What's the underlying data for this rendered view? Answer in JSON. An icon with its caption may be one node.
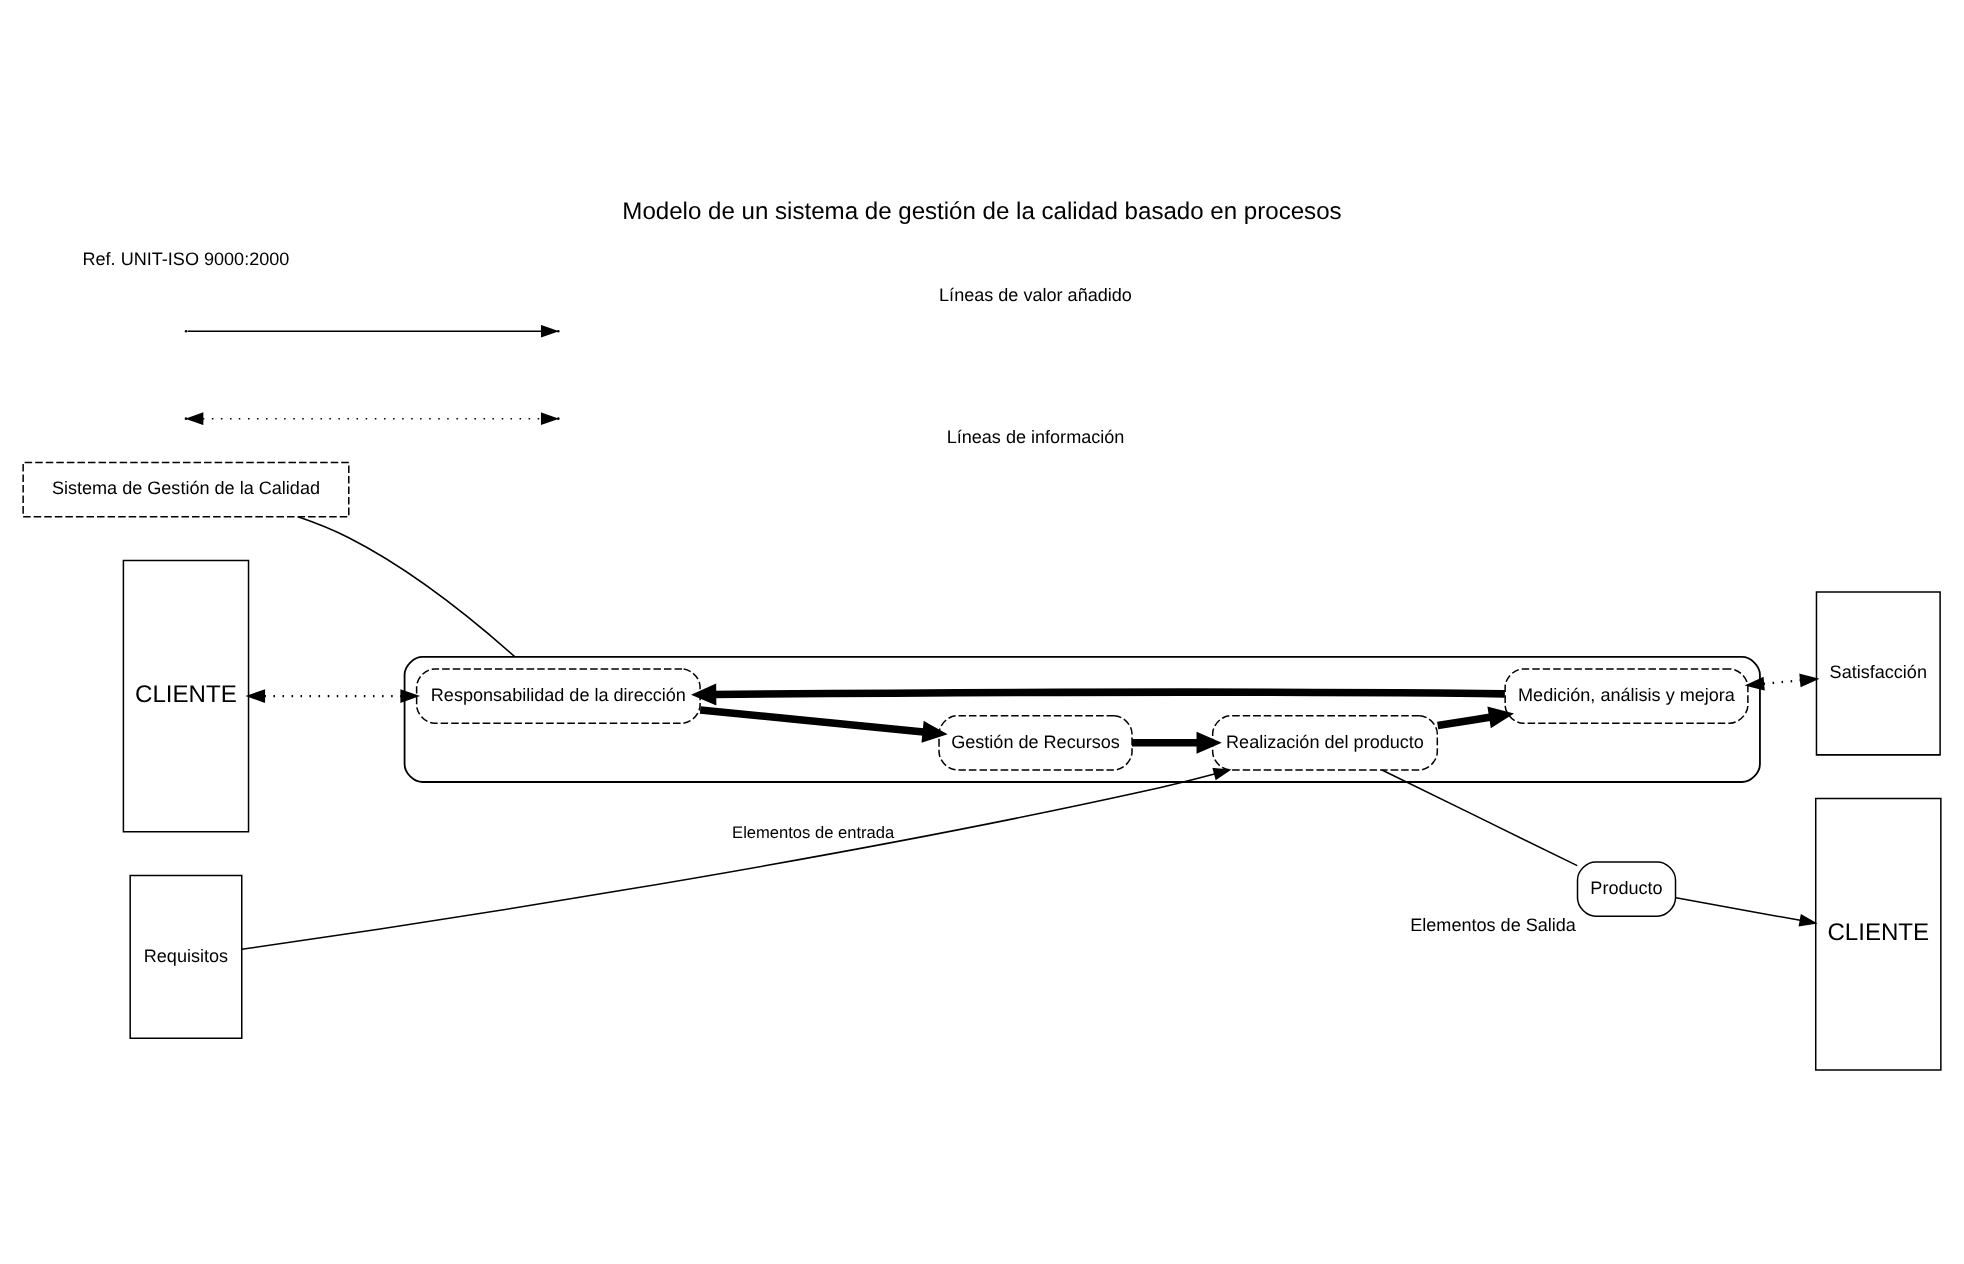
{
  "diagram": {
    "title": "Modelo de un sistema de gestión de la calidad basado en procesos",
    "caption": "Ref. UNIT-ISO 9000:2000",
    "nodes": [
      {
        "text": [
          "CLIENTE"
        ]
      },
      {
        "text": [
          "Requisitos"
        ]
      },
      {
        "text": [
          "Sistema de Gestión de la Calidad"
        ]
      },
      {
        "text": [],
        "shape": "ellipse"
      },
      {
        "text": [
          "Responsabilidad de la dirección"
        ],
        "in": 3
      },
      {
        "text": [
          "Gestión de Recursos"
        ],
        "in": 3
      },
      {
        "text": [
          "Medición, análisis y mejora"
        ],
        "in": 3
      },
      {
        "text": [
          "Realización del producto"
        ],
        "in": 3
      },
      {
        "text": [
          "Satisfacción"
        ]
      },
      {
        "text": [
          "CLIENTE"
        ]
      },
      {
        "text": [
          "Producto"
        ],
        "beside": [
          "Elementos de Salida"
        ]
      }
    ],
    "edges": [
      {
        "from": 0,
        "to": 4,
        "arrow": "both",
        "style": "dashed"
      },
      {
        "from": 4,
        "to": 5,
        "arrow": "to",
        "style": "thick"
      },
      {
        "from": 5,
        "to": 7,
        "arrow": "to",
        "style": "thick"
      },
      {
        "from": 7,
        "to": 6,
        "arrow": "to",
        "style": "thick"
      },
      {
        "from": 6,
        "to": 4,
        "arrow": "to",
        "style": "thick"
      },
      {
        "from": 6,
        "to": 8,
        "arrow": "both",
        "style": "dashed"
      },
      {
        "from": 1,
        "to": 7,
        "arrow": "to",
        "label": "Elementos de entrada"
      },
      {
        "from": 7,
        "to": 10,
        "arrow": "none"
      },
      {
        "from": 10,
        "to": 9,
        "arrow": "to"
      },
      {
        "from": 2,
        "to": 3,
        "arrow": "none"
      }
    ],
    "legend": [
      {
        "text": "Líneas de valor añadido"
      },
      {
        "text": "Líneas de información"
      }
    ]
  }
}
